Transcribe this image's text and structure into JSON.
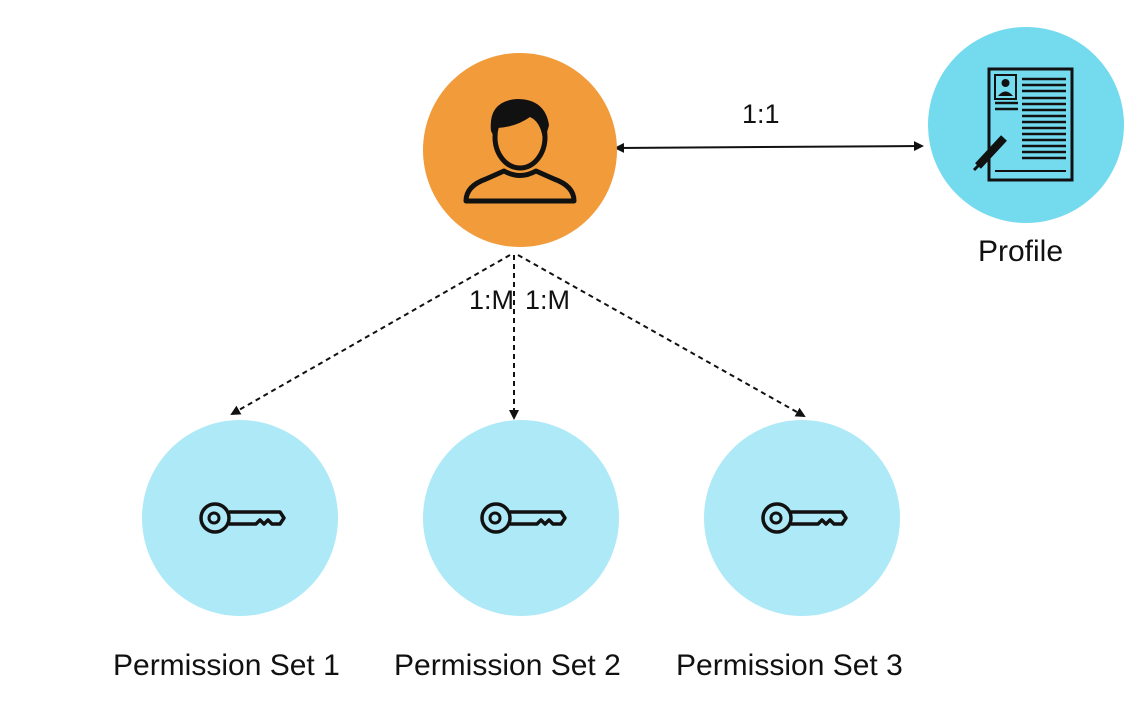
{
  "relationships": {
    "user_profile": "1:1",
    "user_permission_sets_left": "1:M",
    "user_permission_sets_right": "1:M"
  },
  "nodes": {
    "profile": "Profile",
    "permission_sets": [
      "Permission Set 1",
      "Permission Set 2",
      "Permission Set 3"
    ]
  },
  "colors": {
    "user_circle": "#F19B3B",
    "profile_circle": "#74DAEE",
    "permission_circle": "#AEE9F7",
    "ink": "#111111"
  },
  "icons": {
    "user": "user-avatar-icon",
    "profile": "profile-document-icon",
    "permission": "key-icon"
  }
}
